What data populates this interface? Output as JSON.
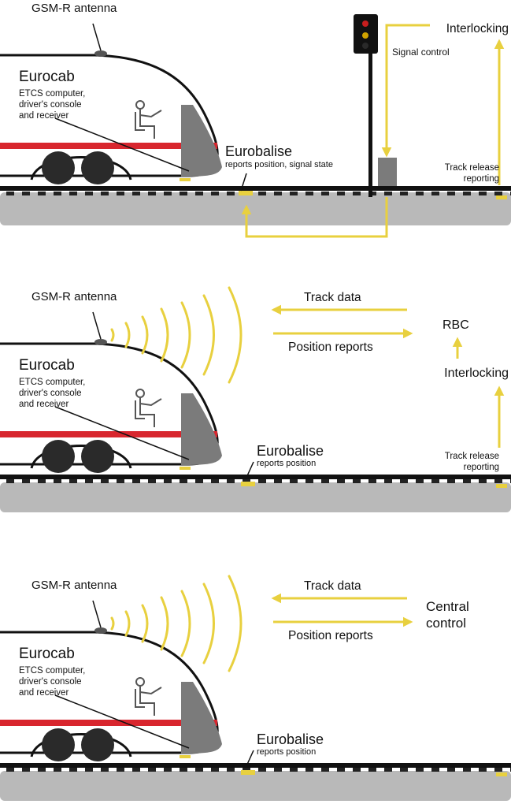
{
  "colors": {
    "train_body": "#ffffff",
    "outline": "#111111",
    "red_stripe": "#d8262e",
    "cab_grey": "#7b7b7b",
    "arrow_yellow": "#e8d03f",
    "ballast": "#b9b9b9",
    "rail": "#111111"
  },
  "panels": [
    {
      "antenna_label": "GSM-R antenna",
      "cab_title": "Eurocab",
      "cab_desc": [
        "ETCS computer,",
        "driver's console",
        "and receiver"
      ],
      "balise_title": "Eurobalise",
      "balise_desc": "reports position, signal state",
      "signal_control_label": "Signal control",
      "interlocking_label": "Interlocking",
      "track_release_label": [
        "Track release",
        "reporting"
      ]
    },
    {
      "antenna_label": "GSM-R antenna",
      "cab_title": "Eurocab",
      "cab_desc": [
        "ETCS computer,",
        "driver's console",
        "and receiver"
      ],
      "balise_title": "Eurobalise",
      "balise_desc": "reports position",
      "track_data_label": "Track data",
      "position_reports_label": "Position reports",
      "rbc_label": "RBC",
      "interlocking_label": "Interlocking",
      "track_release_label": [
        "Track release",
        "reporting"
      ]
    },
    {
      "antenna_label": "GSM-R antenna",
      "cab_title": "Eurocab",
      "cab_desc": [
        "ETCS computer,",
        "driver's console",
        "and receiver"
      ],
      "balise_title": "Eurobalise",
      "balise_desc": "reports position",
      "track_data_label": "Track data",
      "position_reports_label": "Position reports",
      "central_control_label": [
        "Central",
        "control"
      ]
    }
  ]
}
